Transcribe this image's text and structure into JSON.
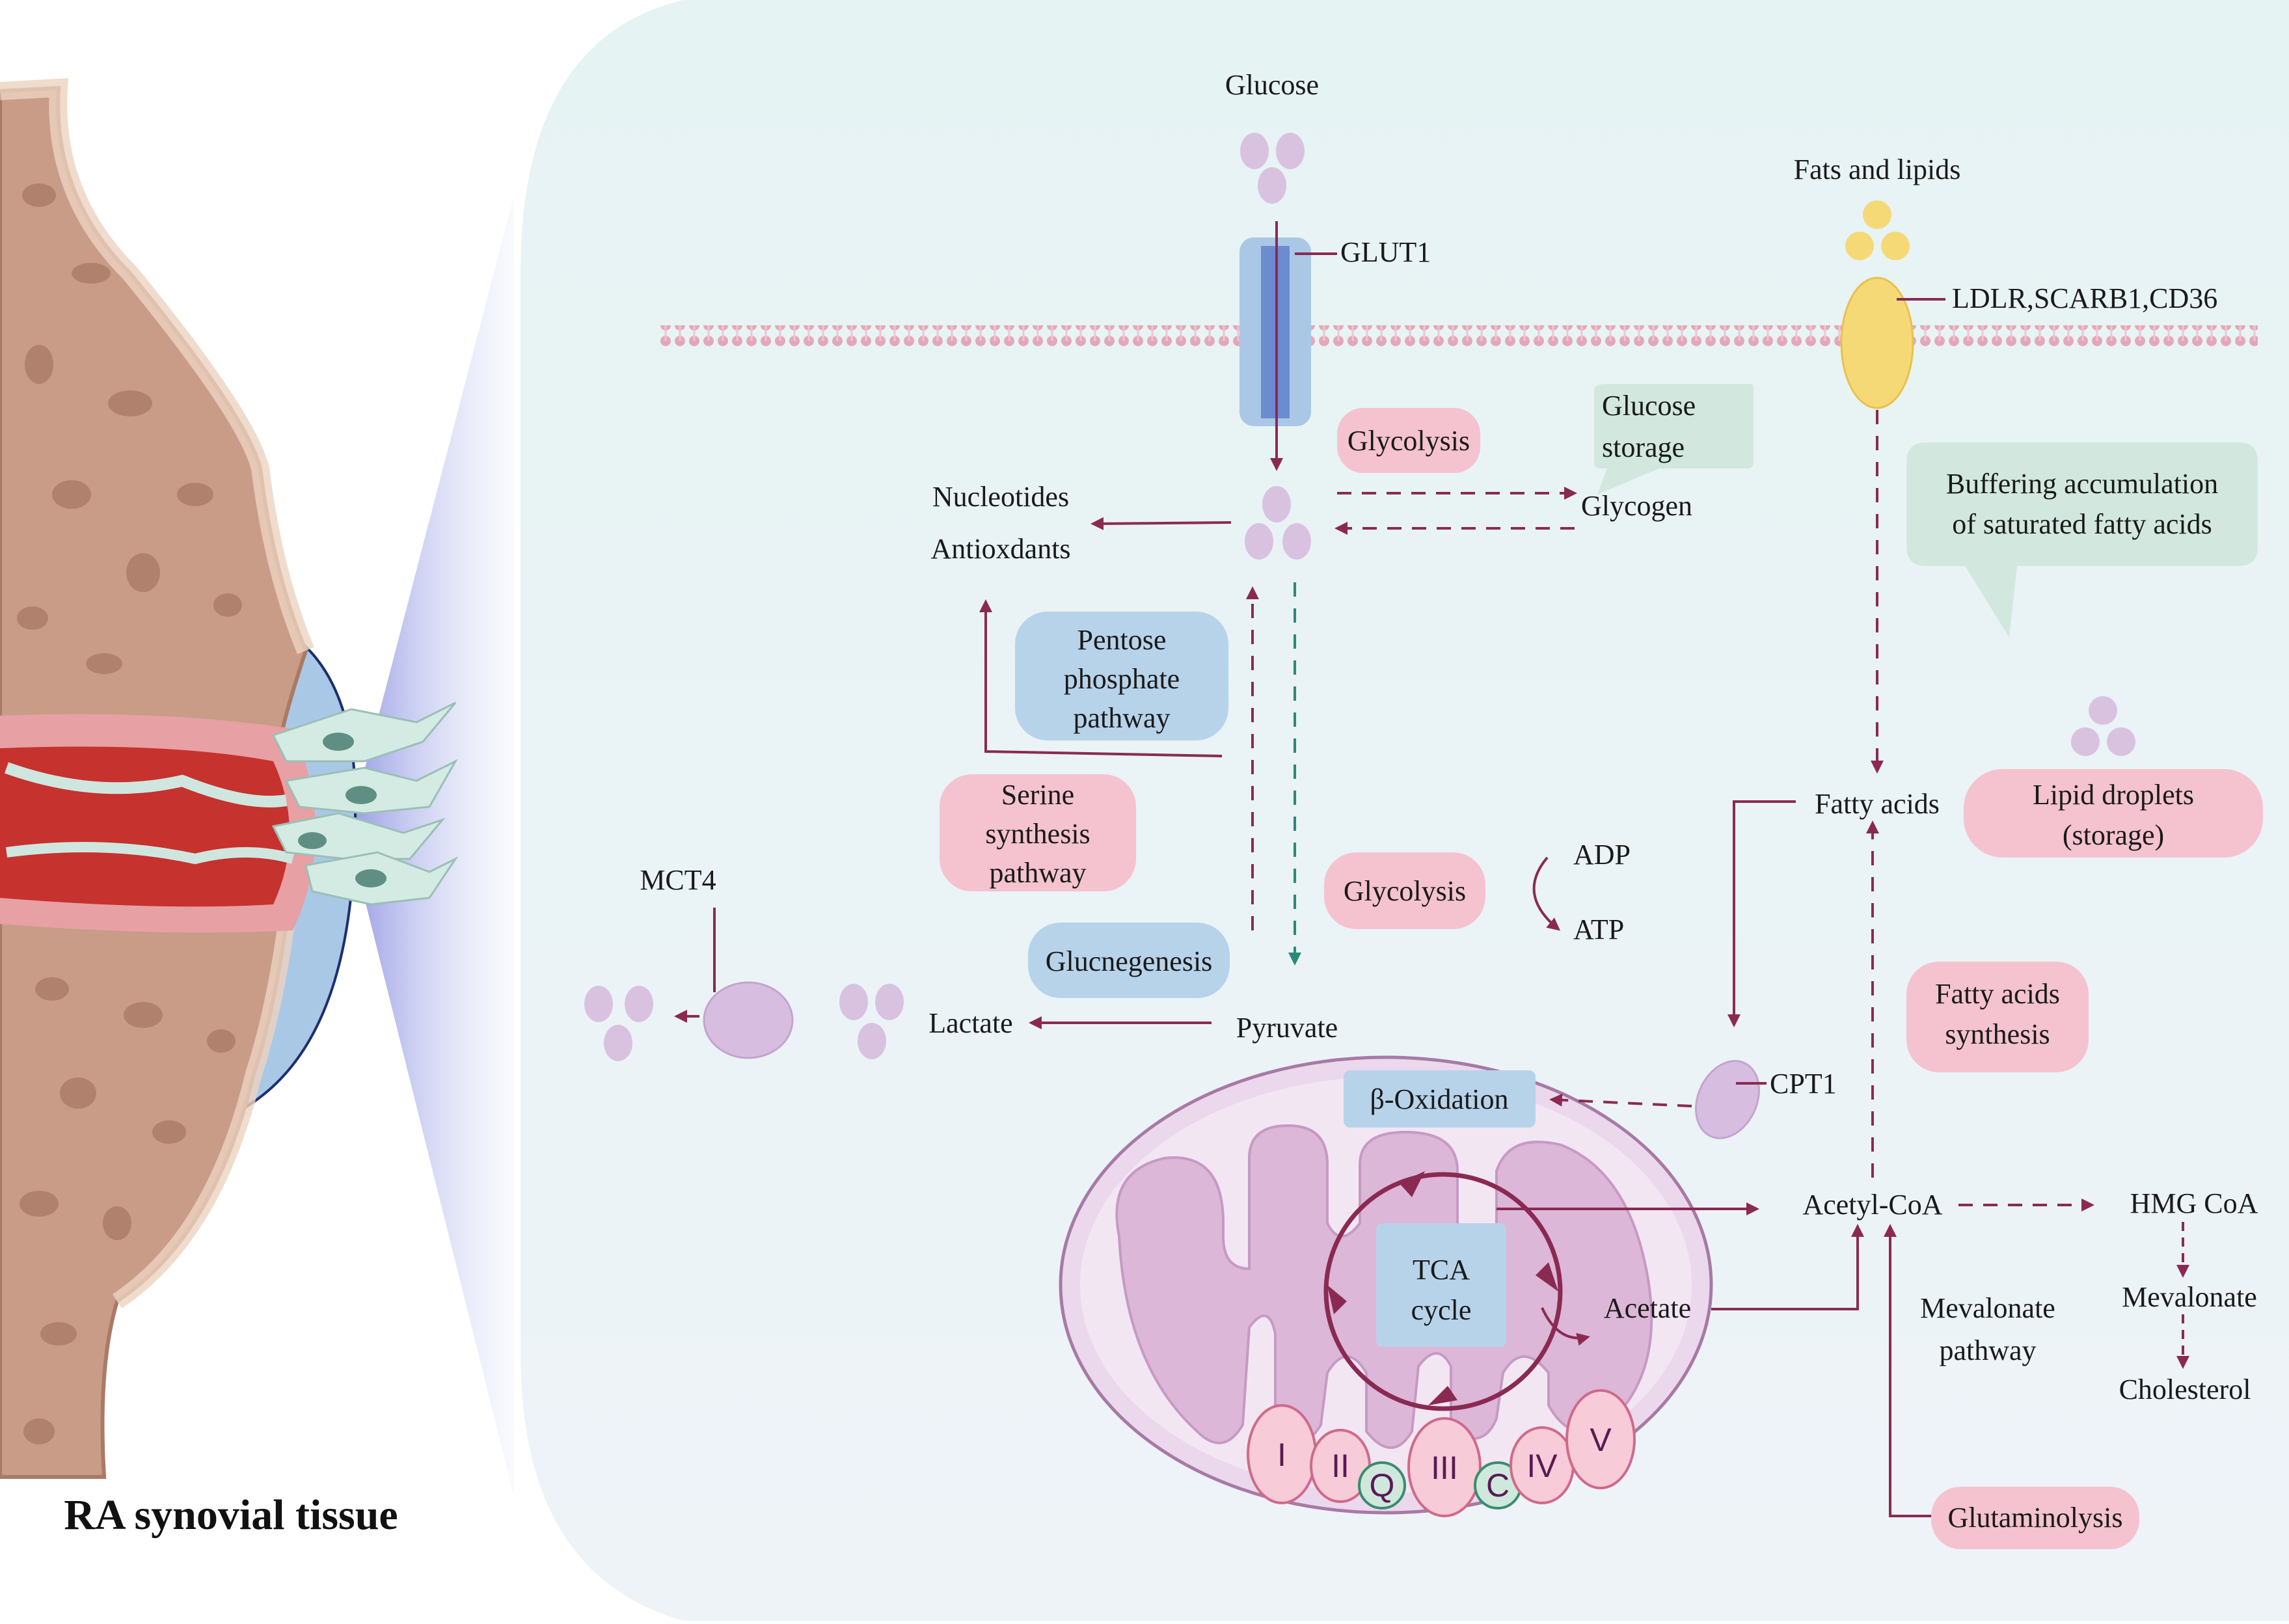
{
  "tissue_title": "RA synovial tissue",
  "colors": {
    "panel_bg": "#eaf4f5",
    "arrow": "#8a2a52",
    "teal_arrow": "#2a8a7a",
    "pink_box": "#f4c3cf",
    "blue_box": "#b7d3ea",
    "green_box": "#d2e8df",
    "vesicle": "#d9c2e0",
    "lipid": "#f6d977",
    "membrane": "#e8b0bf"
  },
  "labels": {
    "glucose": "Glucose",
    "glut1": "GLUT1",
    "fats_lipids": "Fats and lipids",
    "receptors": "LDLR,SCARB1,CD36",
    "nucleotides": "Nucleotides",
    "antioxidants": "Antioxdants",
    "glycogen": "Glycogen",
    "fatty_acids": "Fatty acids",
    "mct4": "MCT4",
    "lactate": "Lactate",
    "pyruvate": "Pyruvate",
    "adp": "ADP",
    "atp": "ATP",
    "cpt1": "CPT1",
    "acetyl_coa": "Acetyl-CoA",
    "hmg_coa": "HMG CoA",
    "mevalonate": "Mevalonate",
    "cholesterol": "Cholesterol",
    "acetate": "Acetate",
    "mevalonate_pathway_1": "Mevalonate",
    "mevalonate_pathway_2": "pathway"
  },
  "boxes": {
    "glycolysis_top": "Glycolysis",
    "glucose_storage_1": "Glucose",
    "glucose_storage_2": "storage",
    "buffering_1": "Buffering accumulation",
    "buffering_2": "of saturated fatty acids",
    "ppp_1": "Pentose",
    "ppp_2": "phosphate",
    "ppp_3": "pathway",
    "serine_1": "Serine",
    "serine_2": "synthesis",
    "serine_3": "pathway",
    "glycolysis_mid": "Glycolysis",
    "gluconeogenesis": "Glucnegenesis",
    "lipid_droplets_1": "Lipid droplets",
    "lipid_droplets_2": "(storage)",
    "fas_1": "Fatty acids",
    "fas_2": "synthesis",
    "beta_oxidation": "β-Oxidation",
    "tca_1": "TCA",
    "tca_2": "cycle",
    "glutaminolysis": "Glutaminolysis"
  },
  "etc_complexes": [
    "I",
    "II",
    "Q",
    "III",
    "C",
    "IV",
    "V"
  ]
}
